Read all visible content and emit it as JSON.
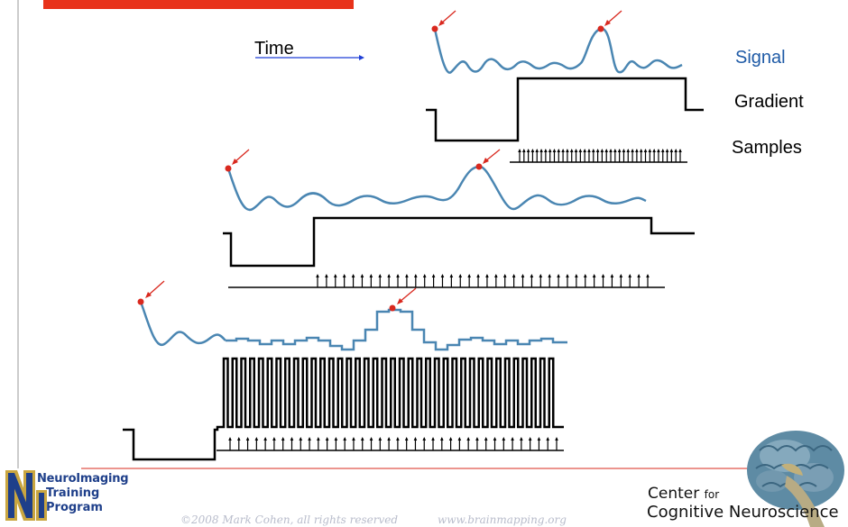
{
  "labels": {
    "time": "Time",
    "signal": "Signal",
    "gradient": "Gradient",
    "samples": "Samples"
  },
  "footer": {
    "copyright": "©2008 Mark Cohen, all rights reserved",
    "url": "www.brainmapping.org"
  },
  "logo_left": {
    "line1": "NeuroImaging",
    "line2": "Training",
    "line3": "Program"
  },
  "logo_right": {
    "center": "Center",
    "for": "for",
    "name": "Cognitive Neuroscience"
  },
  "colors": {
    "signal": "#4a86b2",
    "marker": "#d9281e",
    "title_bar": "#e8321a",
    "time_arrow": "#1f3fd6",
    "footer_rule": "#d9281e",
    "signal_label": "#1e5aa6",
    "logo_blue": "#1e3f8a",
    "logo_gold": "#c9a640"
  }
}
